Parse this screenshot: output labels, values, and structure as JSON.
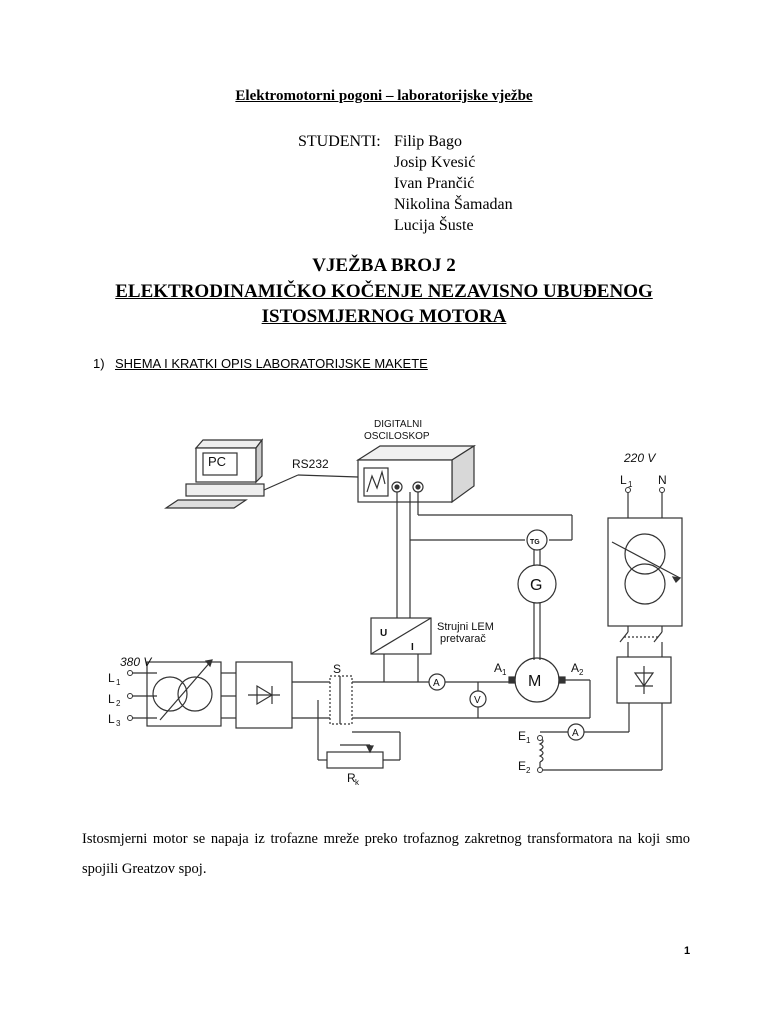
{
  "document": {
    "course_title": "Elektromotorni pogoni – laboratorijske vježbe",
    "students_label": "STUDENTI:",
    "students": [
      "Filip Bago",
      "Josip Kvesić",
      "Ivan Prančić",
      "Nikolina Šamadan",
      "Lucija Šuste"
    ],
    "exercise_title": "VJEŽBA BROJ 2",
    "subtitle_line1": "ELEKTRODINAMIČKO KOČENJE NEZAVISNO UBUĐENOG",
    "subtitle_line2": "ISTOSMJERNOG MOTORA",
    "section_number": "1)",
    "section_title": "SHEMA I KRATKI OPIS LABORATORIJSKE MAKETE",
    "paragraph": "Istosmjerni motor se napaja iz trofazne mreže preko trofaznog zakretnog transformatora na koji smo spojili Greatzov spoj.",
    "page_number": "1"
  },
  "diagram": {
    "osc_label_1": "DIGITALNI",
    "osc_label_2": "OSCILOSKOP",
    "pc_label": "PC",
    "rs232_label": "RS232",
    "voltage_220": "220 V",
    "l1_label": "L",
    "l1_sub": "1",
    "n_label": "N",
    "voltage_380": "380 V",
    "phase_base": "L",
    "phase_subs": [
      "1",
      "2",
      "3"
    ],
    "tg_label": "TG",
    "g_label": "G",
    "m_label": "M",
    "lem_label_1": "Strujni LEM",
    "lem_label_2": "pretvarač",
    "u_label": "U",
    "i_label": "I",
    "s_label": "S",
    "a_label": "A",
    "v_label": "V",
    "a1_base": "A",
    "a1_sub": "1",
    "a2_base": "A",
    "a2_sub": "2",
    "e1_base": "E",
    "e1_sub": "1",
    "e2_base": "E",
    "e2_sub": "2",
    "rk_base": "R",
    "rk_sub": "k"
  }
}
